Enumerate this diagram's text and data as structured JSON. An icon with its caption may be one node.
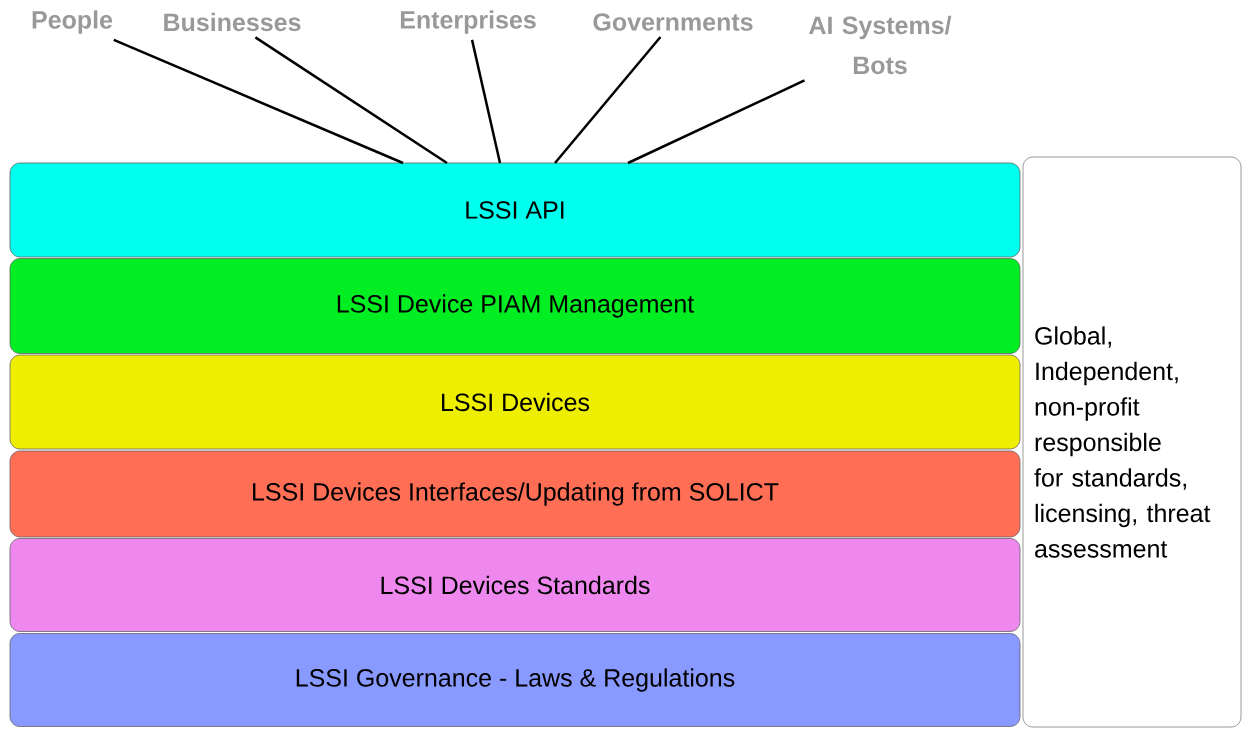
{
  "diagram": {
    "nodes": [
      {
        "text": [
          "People"
        ]
      },
      {
        "text": [
          "Businesses"
        ]
      },
      {
        "text": [
          "Enterprises"
        ]
      },
      {
        "text": [
          "Governments"
        ]
      },
      {
        "text": [
          "AI Systems/ Bots"
        ]
      },
      {
        "text": [
          "LSSI API"
        ]
      },
      {
        "text": [
          "LSSI Device PIAM Management"
        ]
      },
      {
        "text": [
          "LSSI Devices"
        ]
      },
      {
        "text": [
          "LSSI Devices Interfaces/Updating from SOLICT"
        ]
      },
      {
        "text": [
          "LSSI Devices Standards"
        ]
      },
      {
        "text": [
          "LSSI Governance -  Laws & Regulations"
        ]
      },
      {
        "text": [
          "Global, Independent, non-profit responsible for standards, licensing, threat assessment"
        ]
      }
    ],
    "edges": [
      {
        "from": 0,
        "to": 5,
        "arrow": "none"
      },
      {
        "from": 1,
        "to": 5,
        "arrow": "none"
      },
      {
        "from": 2,
        "to": 5,
        "arrow": "none"
      },
      {
        "from": 3,
        "to": 5,
        "arrow": "none"
      },
      {
        "from": 4,
        "to": 5,
        "arrow": "none"
      }
    ]
  }
}
